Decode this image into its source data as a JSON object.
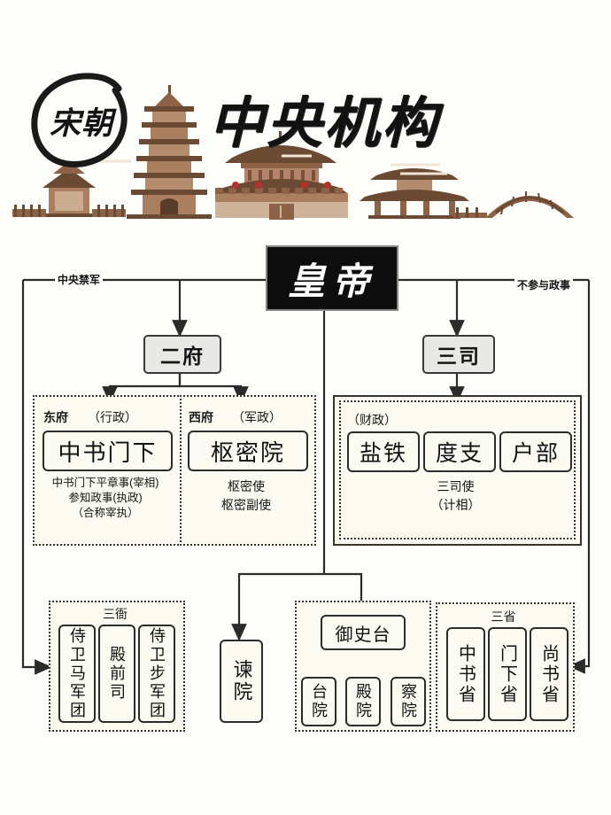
{
  "header": {
    "seal_label": "宋朝",
    "title": "中央机构",
    "illustration": "chinese-architecture-skyline",
    "colors": {
      "brown_dark": "#6b4a33",
      "brown_mid": "#8d6247",
      "brown_light": "#b38b6d",
      "tan": "#cdb49a",
      "red": "#b5322b",
      "ink": "#141414"
    }
  },
  "diagram": {
    "emperor": {
      "label": "皇帝"
    },
    "edge_labels": {
      "left": "中央禁军",
      "right": "不参与政事"
    },
    "two_bureaus": {
      "label": "二府"
    },
    "three_departments": {
      "label": "三司"
    },
    "east_bureau": {
      "title": "东府",
      "subtitle": "（行政）",
      "box": "中书门下",
      "notes": [
        "中书门下平章事(宰相)",
        "参知政事(执政)",
        "（合称宰执）"
      ]
    },
    "west_bureau": {
      "title": "西府",
      "subtitle": "（军政）",
      "box": "枢密院",
      "notes": [
        "枢密使",
        "枢密副使"
      ]
    },
    "finance": {
      "subtitle": "（财政）",
      "boxes": [
        "盐铁",
        "度支",
        "户部"
      ],
      "notes": [
        "三司使",
        "（计相）"
      ]
    },
    "three_commands": {
      "title": "三衙",
      "boxes": [
        "侍卫马军团",
        "殿前司",
        "侍卫步军团"
      ]
    },
    "remonstrance": {
      "label": "谏院"
    },
    "censorate": {
      "head": "御史台",
      "boxes": [
        "台院",
        "殿院",
        "察院"
      ]
    },
    "three_provinces": {
      "title": "三省",
      "boxes": [
        "中书省",
        "门下省",
        "尚书省"
      ]
    }
  }
}
